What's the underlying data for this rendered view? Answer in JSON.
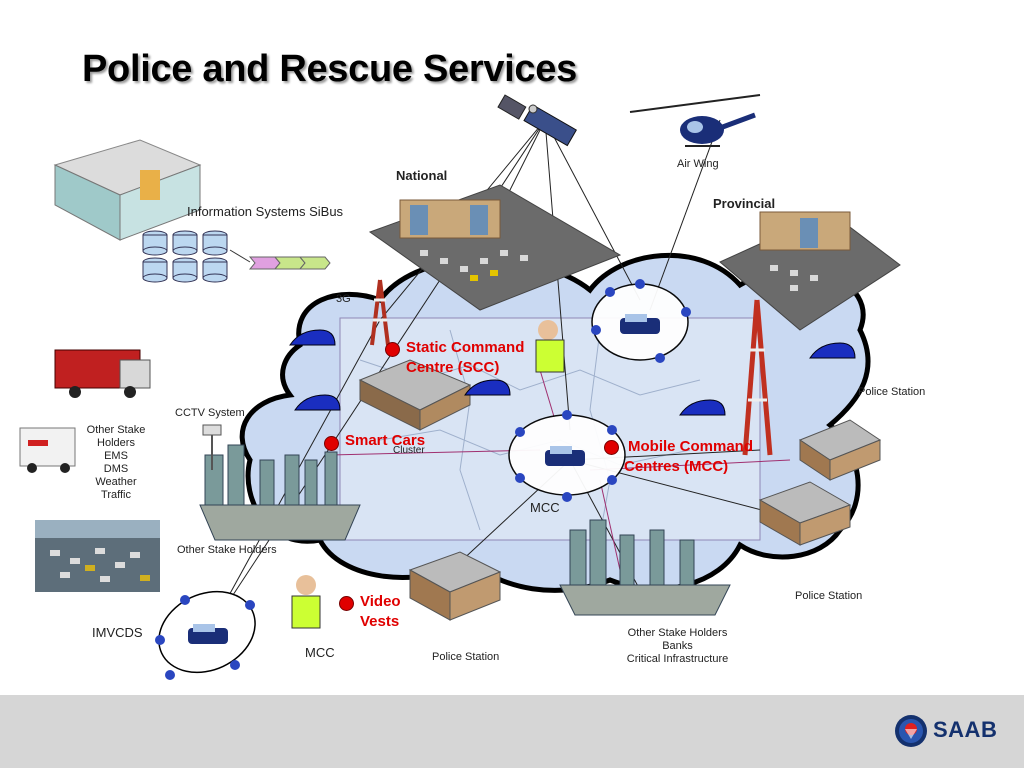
{
  "title": "Police and Rescue Services",
  "labels": {
    "national": "National",
    "provincial": "Provincial",
    "air_wing": "Air Wing",
    "info_systems": "Information Systems SiBus",
    "three_g": "3G",
    "cctv": "CCTV System",
    "other_stake_holders_list": [
      "Other Stake",
      "Holders",
      "EMS",
      "DMS",
      "Weather",
      "Traffic"
    ],
    "other_stake_holders": "Other Stake Holders",
    "imvcds": "IMVCDS",
    "mcc_bottom": "MCC",
    "mcc_center": "MCC",
    "police_station_right": "Police Station",
    "police_station_bottom_right": "Police Station",
    "police_station_bottom": "Police Station",
    "bottom_stake_list": [
      "Other Stake Holders",
      "Banks",
      "Critical Infrastructure"
    ],
    "cluster": "Cluster"
  },
  "callouts": {
    "scc": [
      "Static Command",
      "Centre (SCC)"
    ],
    "smart_cars": "Smart Cars",
    "mcc": [
      "Mobile Command",
      "Centres (MCC)"
    ],
    "video_vests": [
      "Video",
      "Vests"
    ]
  },
  "logo": {
    "text": "SAAB",
    "color": "#14316e"
  },
  "colors": {
    "accent_red": "#e00000",
    "cloud_fill": "#c9d9f2",
    "footer": "#d6d6d6"
  }
}
